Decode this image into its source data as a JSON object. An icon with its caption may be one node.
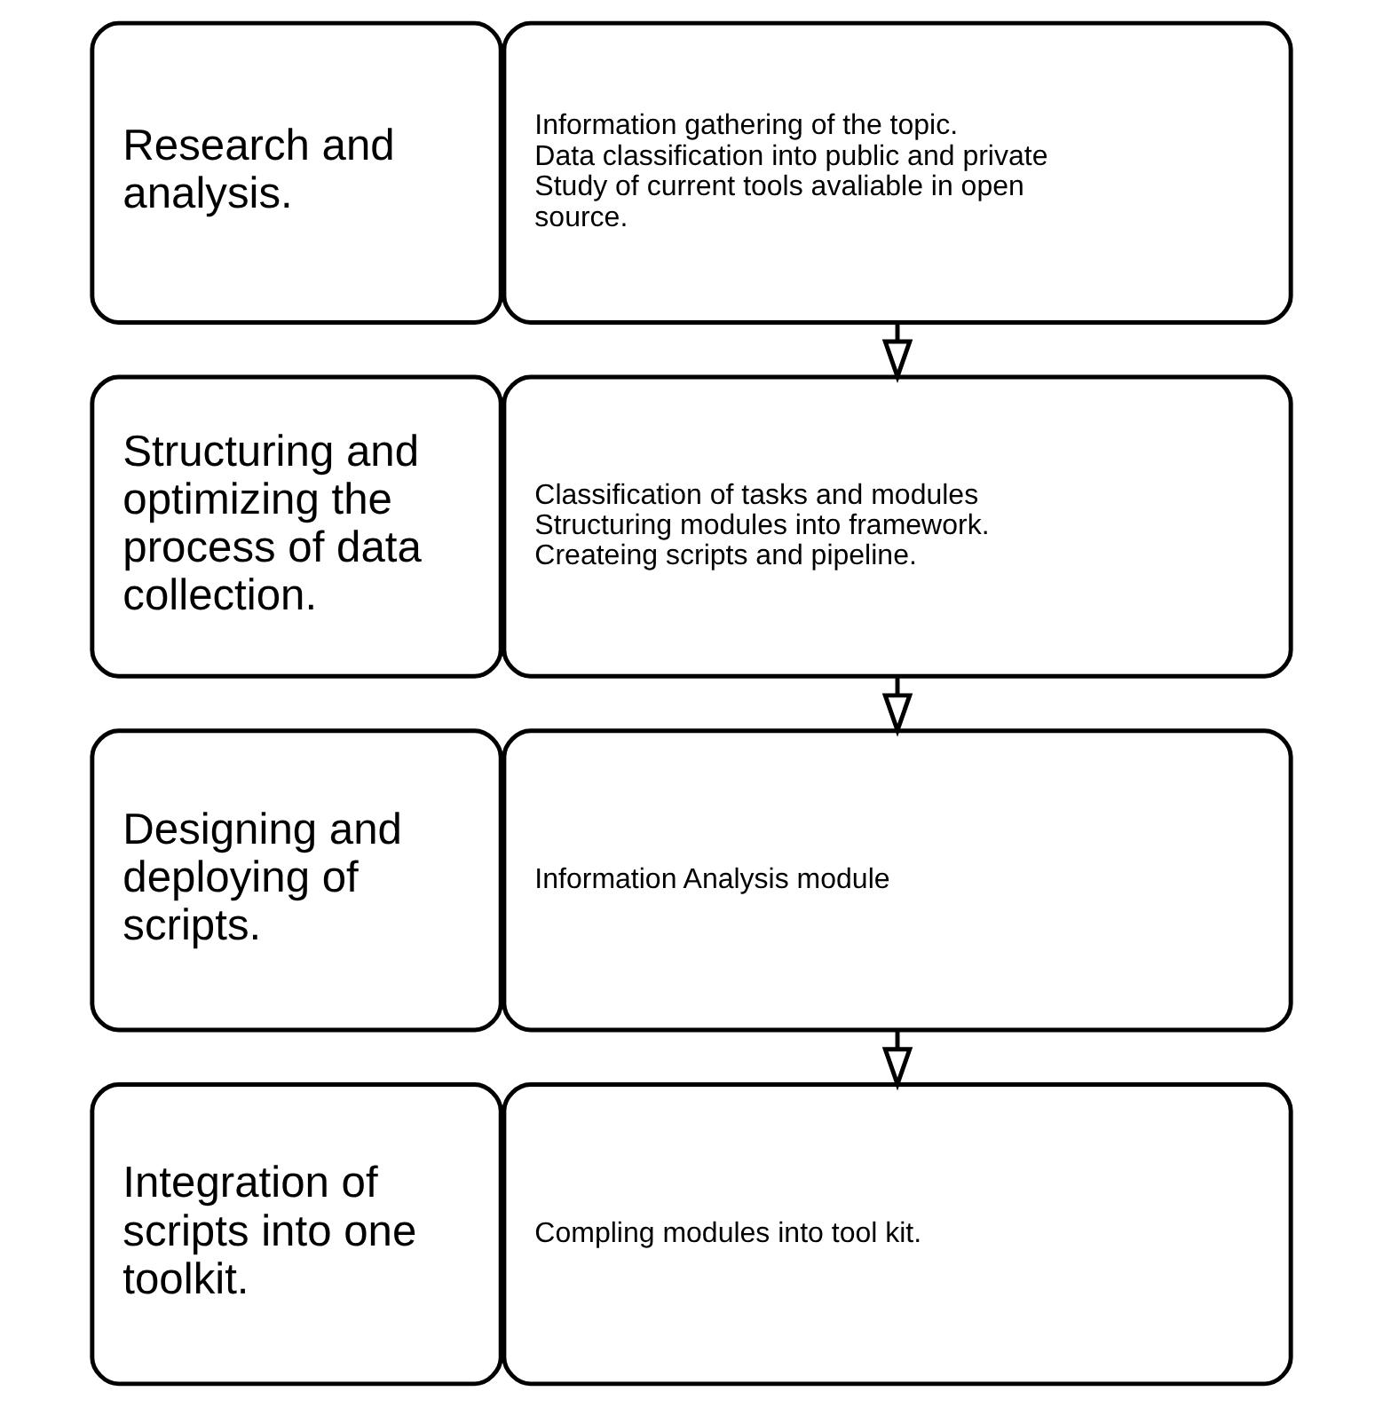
{
  "diagram": {
    "nodes": [
      {
        "text": [
          "Research and analysis."
        ]
      },
      {
        "text": [
          "Information gathering of the topic.",
          "Data classification into public and private",
          "Study of current tools avaliable in open source."
        ]
      },
      {
        "text": [
          "Structuring and optimizing the process of data collection."
        ]
      },
      {
        "text": [
          "Classification of tasks and modules",
          "Structuring modules into framework.",
          "Createing scripts and pipeline."
        ]
      },
      {
        "text": [
          "Designing and deploying of scripts."
        ]
      },
      {
        "text": [
          "Information Analysis module"
        ]
      },
      {
        "text": [
          "Integration of scripts into one toolkit."
        ]
      },
      {
        "text": [
          "Compling modules into tool kit."
        ]
      }
    ],
    "edges": [
      {
        "from": 1,
        "to": 3,
        "arrow": "to"
      },
      {
        "from": 3,
        "to": 5,
        "arrow": "to"
      },
      {
        "from": 5,
        "to": 7,
        "arrow": "to"
      }
    ]
  }
}
